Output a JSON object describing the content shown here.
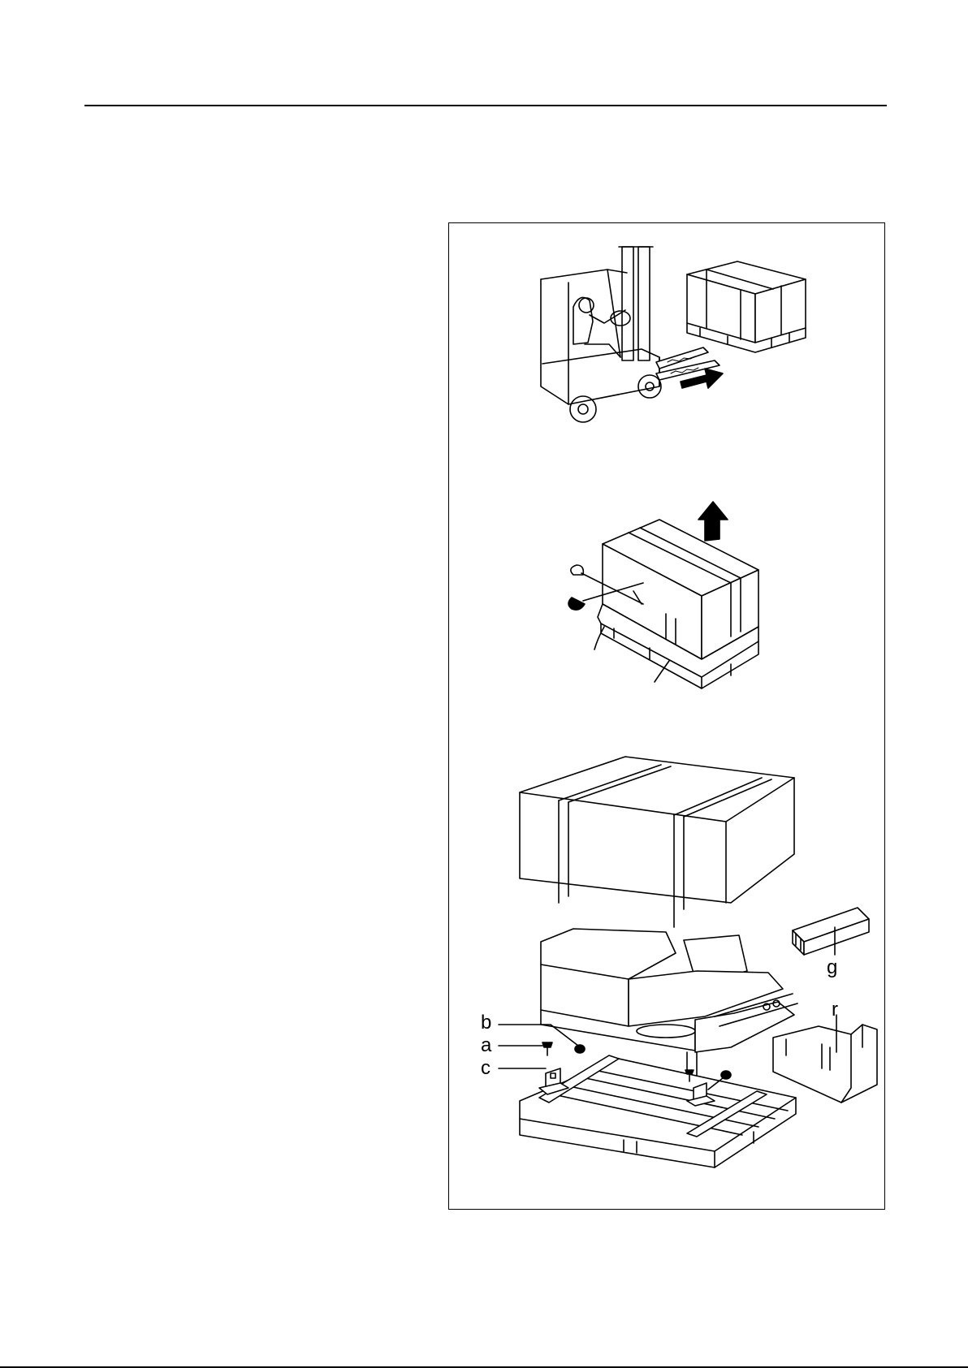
{
  "figure": {
    "callouts": {
      "a": "a",
      "b": "b",
      "c": "c",
      "g": "g",
      "r": "r"
    }
  },
  "icons": {
    "forklift": "forklift-icon",
    "crate": "shipping-crate-icon",
    "scissors": "scissors-icon",
    "up_arrow": "arrow-up-icon",
    "right_arrow": "arrow-right-icon"
  }
}
